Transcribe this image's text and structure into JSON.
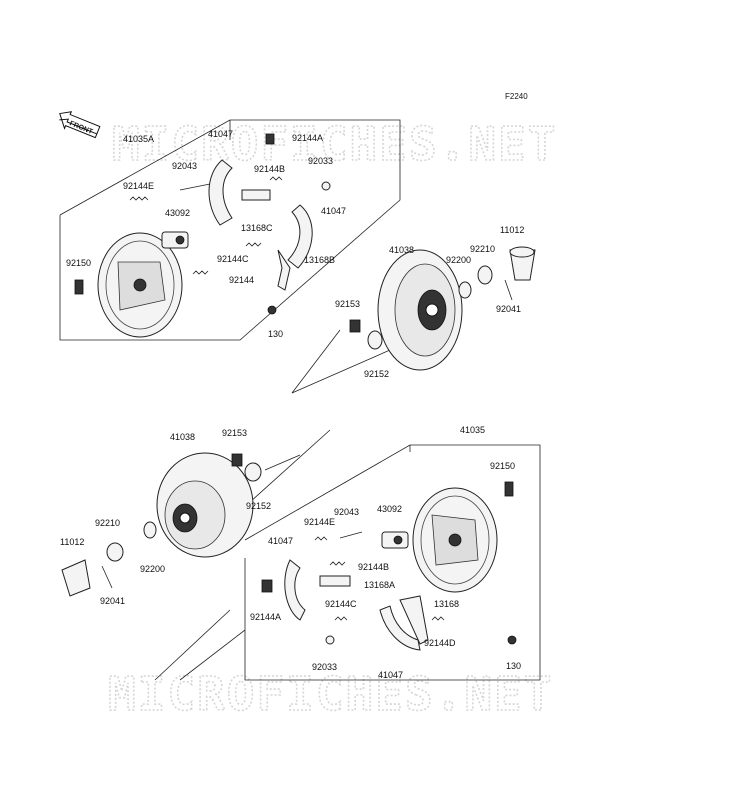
{
  "diagram_code": "F2240",
  "front_arrow": "FRONT",
  "watermark": "MICROFICHES.NET",
  "top_labels": {
    "l41035A": "41035A",
    "l41047a": "41047",
    "l92144Aa": "92144A",
    "l92043a": "92043",
    "l92144Ba": "92144B",
    "l92033a": "92033",
    "l92144Ea": "92144E",
    "l41047b": "41047",
    "l43092a": "43092",
    "l13168Ca": "13168C",
    "l92144Ca": "92144C",
    "l13168Ba": "13168B",
    "l92150a": "92150",
    "l92144a": "92144",
    "l130a": "130",
    "l41038a": "41038",
    "l92200a": "92200",
    "l92210a": "92210",
    "l11012a": "11012",
    "l92153a": "92153",
    "l92041a": "92041",
    "l92152a": "92152"
  },
  "bottom_labels": {
    "l41038b": "41038",
    "l92153b": "92153",
    "l41035": "41035",
    "l92150b": "92150",
    "l92152b": "92152",
    "l92210b": "92210",
    "l92043b": "92043",
    "l43092b": "43092",
    "l92144Eb": "92144E",
    "l11012b": "11012",
    "l41047c": "41047",
    "l92200b": "92200",
    "l92144Bb": "92144B",
    "l13168Ab": "13168A",
    "l92041b": "92041",
    "l92144Cb": "92144C",
    "l13168b": "13168",
    "l92144Ab": "92144A",
    "l92144Db": "92144D",
    "l92033b": "92033",
    "l130b": "130",
    "l41047d": "41047"
  }
}
